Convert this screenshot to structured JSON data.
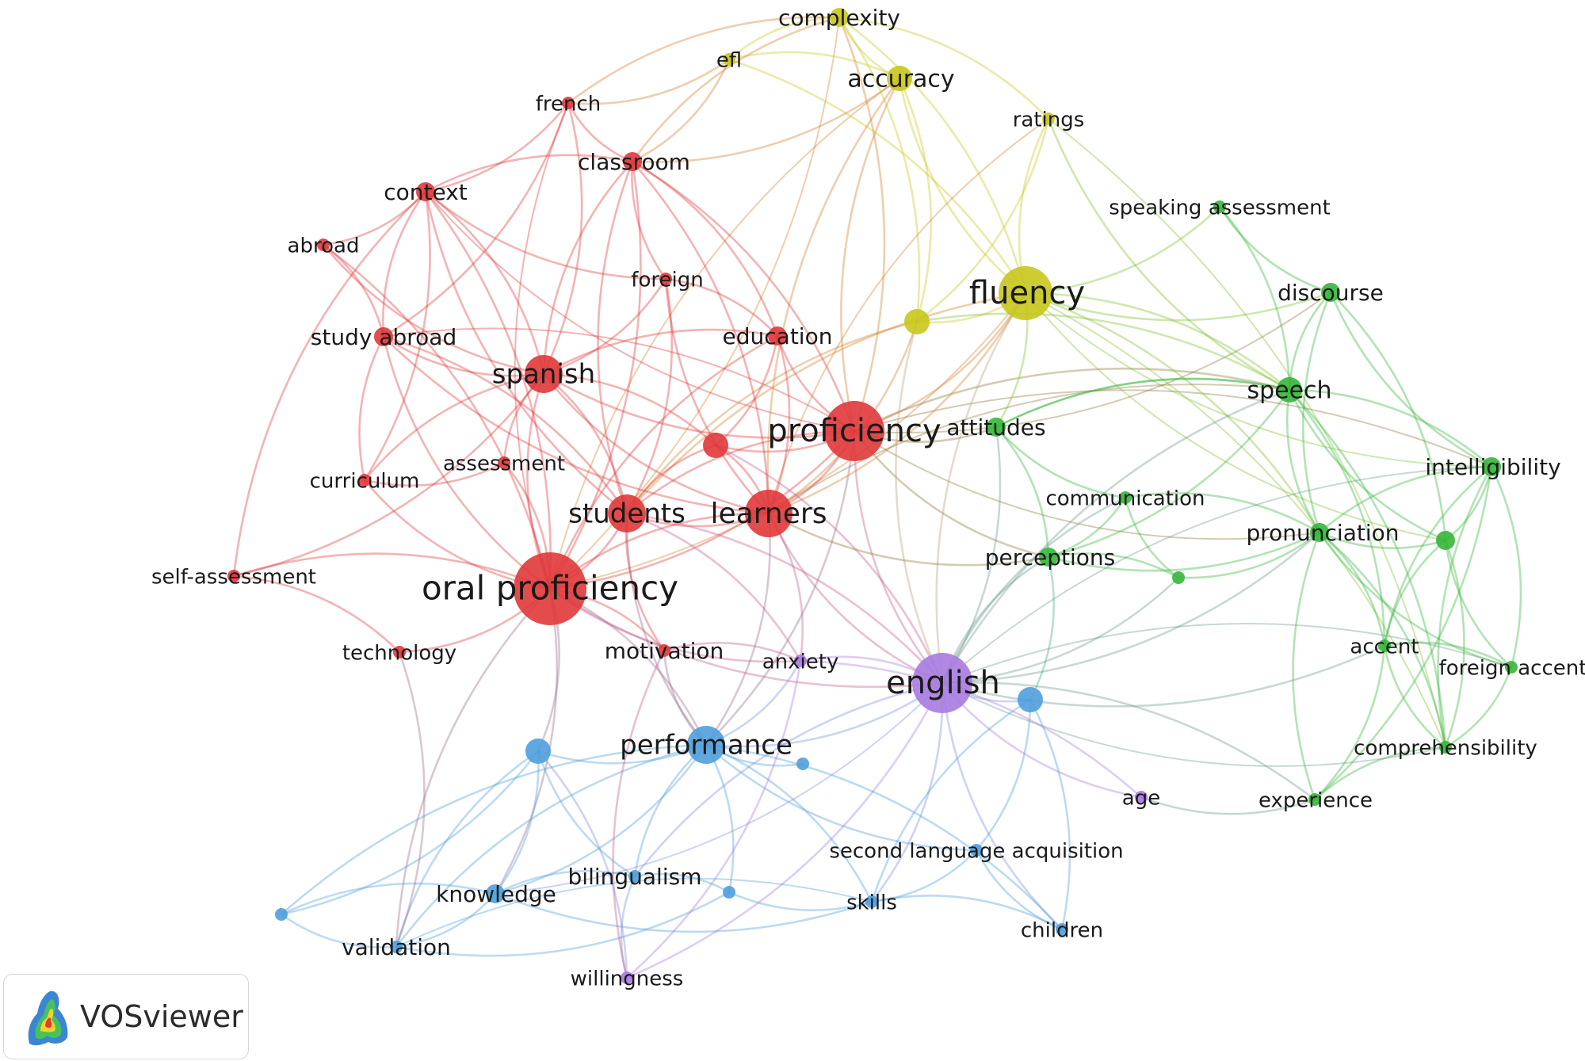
{
  "app": {
    "logo_text": "VOSviewer",
    "logo_icon": "vosviewer-logo-icon"
  },
  "colors": {
    "red": "#e0373a",
    "yellow": "#c8c71c",
    "green": "#35b63a",
    "blue": "#4f9fdc",
    "purple": "#a77be0"
  },
  "nodes": [
    {
      "id": "complexity",
      "label": "complexity",
      "cluster": "yellow",
      "weight": 2
    },
    {
      "id": "efl",
      "label": "efl",
      "cluster": "yellow",
      "weight": 1
    },
    {
      "id": "accuracy",
      "label": "accuracy",
      "cluster": "yellow",
      "weight": 3
    },
    {
      "id": "ratings",
      "label": "ratings",
      "cluster": "yellow",
      "weight": 1
    },
    {
      "id": "fluency",
      "label": "fluency",
      "cluster": "yellow",
      "weight": 7
    },
    {
      "id": "yellow-unlabeled",
      "label": "",
      "cluster": "yellow",
      "weight": 3
    },
    {
      "id": "french",
      "label": "french",
      "cluster": "red",
      "weight": 1
    },
    {
      "id": "classroom",
      "label": "classroom",
      "cluster": "red",
      "weight": 2
    },
    {
      "id": "context",
      "label": "context",
      "cluster": "red",
      "weight": 2
    },
    {
      "id": "abroad",
      "label": "abroad",
      "cluster": "red",
      "weight": 1
    },
    {
      "id": "foreign",
      "label": "foreign",
      "cluster": "red",
      "weight": 1
    },
    {
      "id": "study-abroad",
      "label": "study abroad",
      "cluster": "red",
      "weight": 2
    },
    {
      "id": "education",
      "label": "education",
      "cluster": "red",
      "weight": 2
    },
    {
      "id": "spanish",
      "label": "spanish",
      "cluster": "red",
      "weight": 5
    },
    {
      "id": "proficiency",
      "label": "proficiency",
      "cluster": "red",
      "weight": 8
    },
    {
      "id": "red-unlabeled",
      "label": "",
      "cluster": "red",
      "weight": 3
    },
    {
      "id": "assessment",
      "label": "assessment",
      "cluster": "red",
      "weight": 1
    },
    {
      "id": "curriculum",
      "label": "curriculum",
      "cluster": "red",
      "weight": 1
    },
    {
      "id": "students",
      "label": "students",
      "cluster": "red",
      "weight": 5
    },
    {
      "id": "learners",
      "label": "learners",
      "cluster": "red",
      "weight": 6
    },
    {
      "id": "self-assessment",
      "label": "self-assessment",
      "cluster": "red",
      "weight": 1
    },
    {
      "id": "oral-proficiency",
      "label": "oral proficiency",
      "cluster": "red",
      "weight": 10
    },
    {
      "id": "technology",
      "label": "technology",
      "cluster": "red",
      "weight": 1
    },
    {
      "id": "motivation",
      "label": "motivation",
      "cluster": "red",
      "weight": 1
    },
    {
      "id": "speaking-assessment",
      "label": "speaking assessment",
      "cluster": "green",
      "weight": 1
    },
    {
      "id": "discourse",
      "label": "discourse",
      "cluster": "green",
      "weight": 2
    },
    {
      "id": "speech",
      "label": "speech",
      "cluster": "green",
      "weight": 3
    },
    {
      "id": "attitudes",
      "label": "attitudes",
      "cluster": "green",
      "weight": 2
    },
    {
      "id": "intelligibility",
      "label": "intelligibility",
      "cluster": "green",
      "weight": 2
    },
    {
      "id": "communication",
      "label": "communication",
      "cluster": "green",
      "weight": 1
    },
    {
      "id": "pronunciation",
      "label": "pronunciation",
      "cluster": "green",
      "weight": 2
    },
    {
      "id": "green-unlabeled-1",
      "label": "",
      "cluster": "green",
      "weight": 2
    },
    {
      "id": "perceptions",
      "label": "perceptions",
      "cluster": "green",
      "weight": 2
    },
    {
      "id": "green-unlabeled-2",
      "label": "",
      "cluster": "green",
      "weight": 1
    },
    {
      "id": "accent",
      "label": "accent",
      "cluster": "green",
      "weight": 1
    },
    {
      "id": "foreign-accent",
      "label": "foreign accent",
      "cluster": "green",
      "weight": 1
    },
    {
      "id": "comprehensibility",
      "label": "comprehensibility",
      "cluster": "green",
      "weight": 1
    },
    {
      "id": "experience",
      "label": "experience",
      "cluster": "green",
      "weight": 1
    },
    {
      "id": "anxiety",
      "label": "anxiety",
      "cluster": "purple",
      "weight": 1
    },
    {
      "id": "english",
      "label": "english",
      "cluster": "purple",
      "weight": 8
    },
    {
      "id": "age",
      "label": "age",
      "cluster": "purple",
      "weight": 1
    },
    {
      "id": "willingness",
      "label": "willingness",
      "cluster": "purple",
      "weight": 1
    },
    {
      "id": "blue-unlabeled-1",
      "label": "",
      "cluster": "blue",
      "weight": 3
    },
    {
      "id": "blue-unlabeled-2",
      "label": "",
      "cluster": "blue",
      "weight": 3
    },
    {
      "id": "performance",
      "label": "performance",
      "cluster": "blue",
      "weight": 5
    },
    {
      "id": "blue-unlabeled-3",
      "label": "",
      "cluster": "blue",
      "weight": 1
    },
    {
      "id": "second-language-acquisition",
      "label": "second language acquisition",
      "cluster": "blue",
      "weight": 1
    },
    {
      "id": "knowledge",
      "label": "knowledge",
      "cluster": "blue",
      "weight": 2
    },
    {
      "id": "bilingualism",
      "label": "bilingualism",
      "cluster": "blue",
      "weight": 1
    },
    {
      "id": "blue-unlabeled-4",
      "label": "",
      "cluster": "blue",
      "weight": 1
    },
    {
      "id": "skills",
      "label": "skills",
      "cluster": "blue",
      "weight": 1
    },
    {
      "id": "children",
      "label": "children",
      "cluster": "blue",
      "weight": 1
    },
    {
      "id": "blue-unlabeled-5",
      "label": "",
      "cluster": "blue",
      "weight": 1
    },
    {
      "id": "validation",
      "label": "validation",
      "cluster": "blue",
      "weight": 1
    }
  ]
}
